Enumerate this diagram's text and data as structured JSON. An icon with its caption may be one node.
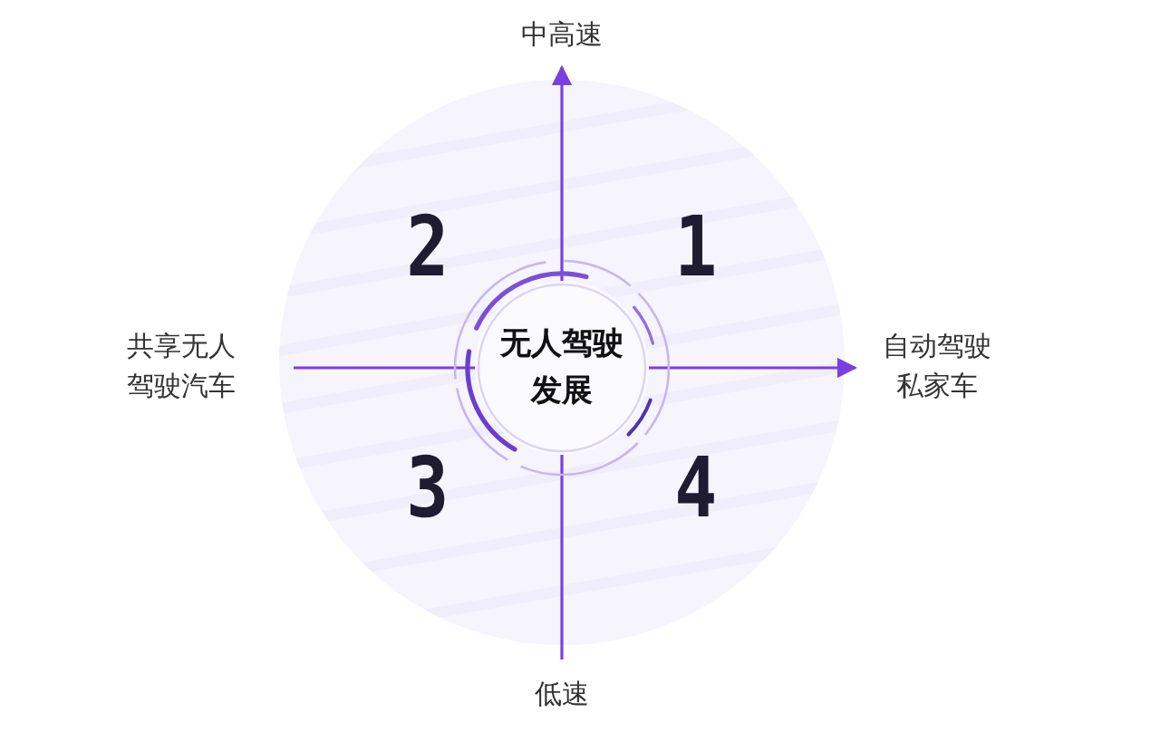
{
  "diagram": {
    "nodes": [
      {
        "text": [
          "无人驾驶发展"
        ]
      }
    ],
    "labels": [
      "中高速",
      "2",
      "1",
      "共享无人驾驶汽车",
      "自动驾驶私家车",
      "3",
      "4",
      "低速"
    ]
  }
}
